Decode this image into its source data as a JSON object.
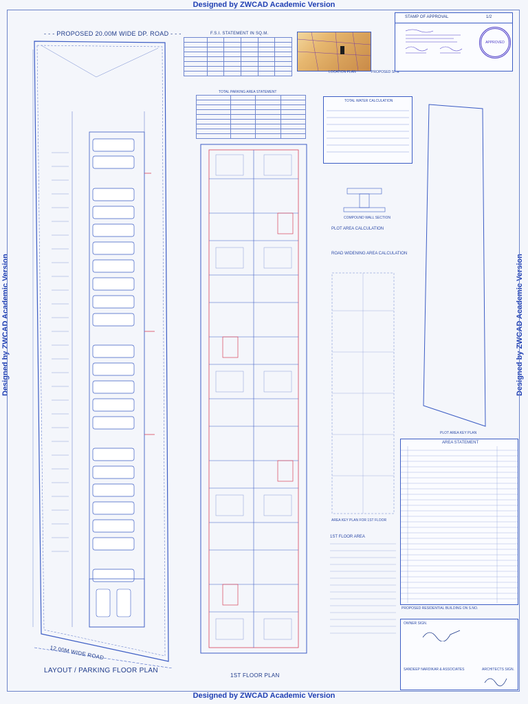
{
  "watermark": "Designed by ZWCAD Academic Version",
  "approval": {
    "stamp_title": "STAMP OF APPROVAL",
    "sheet_no": "1/2",
    "stamp_text": "APPROVED"
  },
  "labels": {
    "road_top": "- - - PROPOSED 20.00M WIDE DP. ROAD - - -",
    "road_bottom": "12.00M WIDE ROAD",
    "layout_title": "LAYOUT / PARKING FLOOR PLAN",
    "first_floor_title": "1ST FLOOR PLAN",
    "fsi_title": "F.S.I. STATEMENT IN SQ.M.",
    "parking_title": "TOTAL PARKING AREA STATEMENT",
    "water_title": "TOTAL WATER CALCULATION",
    "location_plan": "LOCATION PLAN",
    "proposed_site": "PROPOSED SITE",
    "plot_area_calc": "PLOT AREA CALCULATION",
    "road_widening": "ROAD WIDENING AREA CALCULATION",
    "plot_key_plan": "PLOT AREA KEY PLAN",
    "area_statement": "AREA STATEMENT",
    "first_floor_area": "1ST FLOOR AREA",
    "proposed_building": "PROPOSED RESIDENTIAL BUILDING ON S.NO.",
    "architect": "SANDEEP NARDIKAR & ASSOCIATES",
    "owner_sign": "OWNER SIGN.",
    "architect_sign": "ARCHITECTS SIGN.",
    "compound_wall": "COMPOUND WALL SECTION",
    "area_key_plan": "AREA KEY PLAN FOR 1ST FLOOR"
  },
  "colors": {
    "line": "#3b5cc4",
    "red": "#d9435a",
    "stamp": "#4c3cc7"
  }
}
